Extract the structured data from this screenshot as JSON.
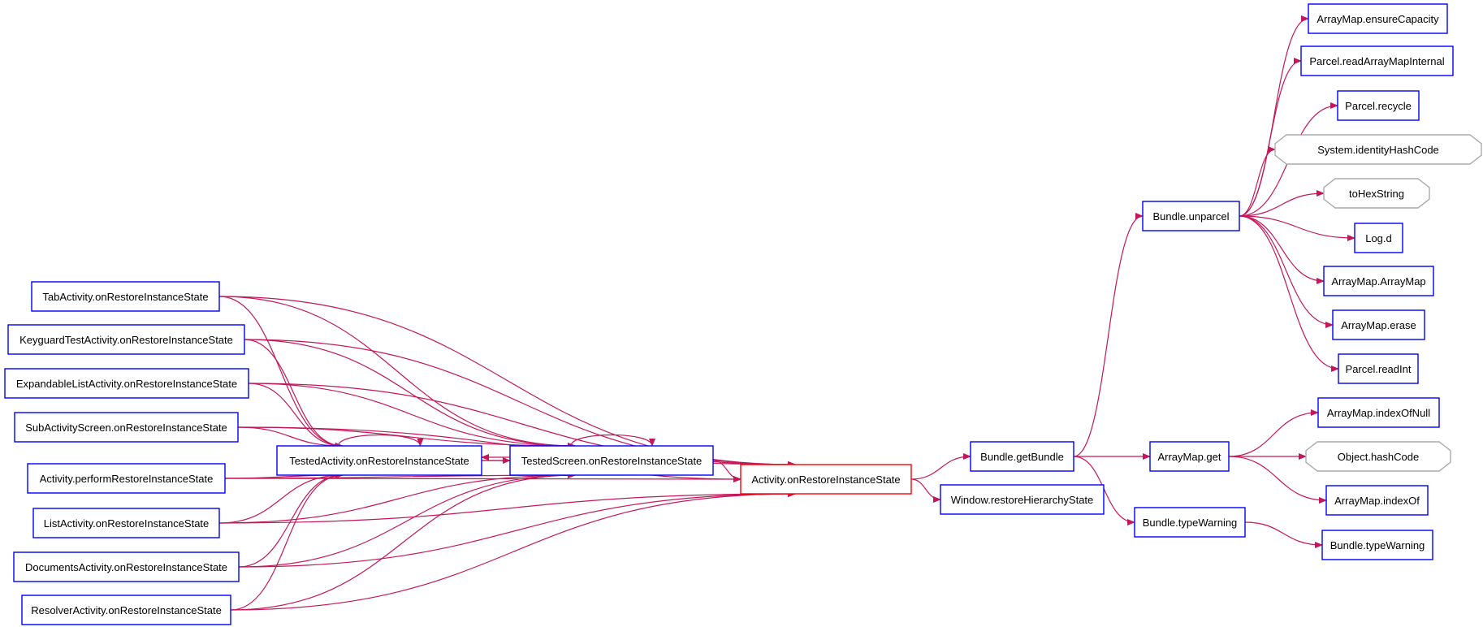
{
  "colors": {
    "edge": "#c2185b",
    "node_border": "#0000ff",
    "focus_border": "#ff0000",
    "external_border": "#aaaaaa"
  },
  "nodes": {
    "tab_activity": {
      "label": "TabActivity.onRestoreInstanceState",
      "kind": "method"
    },
    "keyguard_test": {
      "label": "KeyguardTestActivity.onRestoreInstanceState",
      "kind": "method"
    },
    "expandable_list": {
      "label": "ExpandableListActivity.onRestoreInstanceState",
      "kind": "method"
    },
    "sub_activity_screen": {
      "label": "SubActivityScreen.onRestoreInstanceState",
      "kind": "method"
    },
    "activity_perform": {
      "label": "Activity.performRestoreInstanceState",
      "kind": "method"
    },
    "list_activity": {
      "label": "ListActivity.onRestoreInstanceState",
      "kind": "method"
    },
    "documents_activity": {
      "label": "DocumentsActivity.onRestoreInstanceState",
      "kind": "method"
    },
    "resolver_activity": {
      "label": "ResolverActivity.onRestoreInstanceState",
      "kind": "method"
    },
    "tested_activity": {
      "label": "TestedActivity.onRestoreInstanceState",
      "kind": "method"
    },
    "tested_screen": {
      "label": "TestedScreen.onRestoreInstanceState",
      "kind": "method"
    },
    "activity_restore": {
      "label": "Activity.onRestoreInstanceState",
      "kind": "focus"
    },
    "bundle_getbundle": {
      "label": "Bundle.getBundle",
      "kind": "method"
    },
    "window_restore": {
      "label": "Window.restoreHierarchyState",
      "kind": "method"
    },
    "bundle_unparcel": {
      "label": "Bundle.unparcel",
      "kind": "method"
    },
    "arraymap_get": {
      "label": "ArrayMap.get",
      "kind": "method"
    },
    "bundle_typewarning": {
      "label": "Bundle.typeWarning",
      "kind": "method"
    },
    "bundle_typewarning2": {
      "label": "Bundle.typeWarning",
      "kind": "method"
    },
    "arraymap_ensurecap": {
      "label": "ArrayMap.ensureCapacity",
      "kind": "method"
    },
    "parcel_readarraymap": {
      "label": "Parcel.readArrayMapInternal",
      "kind": "method"
    },
    "parcel_recycle": {
      "label": "Parcel.recycle",
      "kind": "method"
    },
    "system_identity": {
      "label": "System.identityHashCode",
      "kind": "external"
    },
    "tohexstring": {
      "label": "toHexString",
      "kind": "external"
    },
    "log_d": {
      "label": "Log.d",
      "kind": "method"
    },
    "arraymap_arraymap": {
      "label": "ArrayMap.ArrayMap",
      "kind": "method"
    },
    "arraymap_erase": {
      "label": "ArrayMap.erase",
      "kind": "method"
    },
    "parcel_readint": {
      "label": "Parcel.readInt",
      "kind": "method"
    },
    "arraymap_indexofnull": {
      "label": "ArrayMap.indexOfNull",
      "kind": "method"
    },
    "object_hashcode": {
      "label": "Object.hashCode",
      "kind": "external"
    },
    "arraymap_indexof": {
      "label": "ArrayMap.indexOf",
      "kind": "method"
    }
  },
  "edges": [
    [
      "tab_activity",
      "tested_activity"
    ],
    [
      "tab_activity",
      "tested_screen"
    ],
    [
      "tab_activity",
      "activity_restore"
    ],
    [
      "keyguard_test",
      "tested_activity"
    ],
    [
      "keyguard_test",
      "tested_screen"
    ],
    [
      "keyguard_test",
      "activity_restore"
    ],
    [
      "expandable_list",
      "tested_activity"
    ],
    [
      "expandable_list",
      "tested_screen"
    ],
    [
      "expandable_list",
      "activity_restore"
    ],
    [
      "sub_activity_screen",
      "tested_activity"
    ],
    [
      "sub_activity_screen",
      "tested_screen"
    ],
    [
      "sub_activity_screen",
      "activity_restore"
    ],
    [
      "activity_perform",
      "tested_activity"
    ],
    [
      "activity_perform",
      "tested_screen"
    ],
    [
      "activity_perform",
      "activity_restore"
    ],
    [
      "list_activity",
      "tested_activity"
    ],
    [
      "list_activity",
      "tested_screen"
    ],
    [
      "list_activity",
      "activity_restore"
    ],
    [
      "documents_activity",
      "tested_activity"
    ],
    [
      "documents_activity",
      "tested_screen"
    ],
    [
      "documents_activity",
      "activity_restore"
    ],
    [
      "resolver_activity",
      "tested_activity"
    ],
    [
      "resolver_activity",
      "tested_screen"
    ],
    [
      "resolver_activity",
      "activity_restore"
    ],
    [
      "tested_activity",
      "tested_activity"
    ],
    [
      "tested_activity",
      "tested_screen"
    ],
    [
      "tested_activity",
      "activity_restore"
    ],
    [
      "tested_screen",
      "tested_screen"
    ],
    [
      "tested_screen",
      "tested_activity"
    ],
    [
      "tested_screen",
      "activity_restore"
    ],
    [
      "activity_restore",
      "bundle_getbundle"
    ],
    [
      "activity_restore",
      "window_restore"
    ],
    [
      "bundle_getbundle",
      "bundle_unparcel"
    ],
    [
      "bundle_getbundle",
      "arraymap_get"
    ],
    [
      "bundle_getbundle",
      "bundle_typewarning"
    ],
    [
      "bundle_unparcel",
      "arraymap_ensurecap"
    ],
    [
      "bundle_unparcel",
      "parcel_readarraymap"
    ],
    [
      "bundle_unparcel",
      "parcel_recycle"
    ],
    [
      "bundle_unparcel",
      "system_identity"
    ],
    [
      "bundle_unparcel",
      "tohexstring"
    ],
    [
      "bundle_unparcel",
      "log_d"
    ],
    [
      "bundle_unparcel",
      "arraymap_arraymap"
    ],
    [
      "bundle_unparcel",
      "arraymap_erase"
    ],
    [
      "bundle_unparcel",
      "parcel_readint"
    ],
    [
      "arraymap_get",
      "arraymap_indexofnull"
    ],
    [
      "arraymap_get",
      "object_hashcode"
    ],
    [
      "arraymap_get",
      "arraymap_indexof"
    ],
    [
      "bundle_typewarning",
      "bundle_typewarning2"
    ]
  ]
}
